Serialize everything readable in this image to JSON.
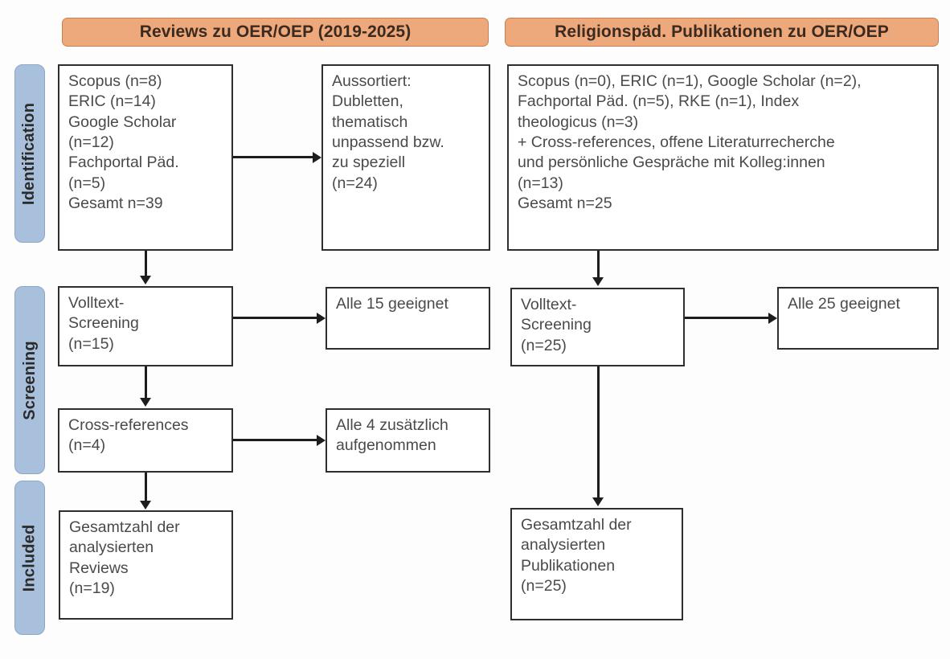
{
  "columns": {
    "left_header": "Reviews zu OER/OEP (2019-2025)",
    "right_header": "Religionspäd. Publikationen zu OER/OEP"
  },
  "stages": [
    {
      "label": "Identification"
    },
    {
      "label": "Screening"
    },
    {
      "label": "Included"
    }
  ],
  "left": {
    "identification": {
      "lines": [
        "Scopus (n=8)",
        "ERIC (n=14)",
        "Google Scholar",
        "(n=12)",
        "Fachportal Päd.",
        "(n=5)",
        "Gesamt n=39"
      ]
    },
    "excluded": {
      "lines": [
        "Aussortiert:",
        "Dubletten,",
        "thematisch",
        "unpassend bzw.",
        "zu speziell",
        "(n=24)"
      ]
    },
    "screening": {
      "lines": [
        "Volltext-",
        "Screening",
        "(n=15)"
      ]
    },
    "screening_result": {
      "lines": [
        "Alle 15 geeignet"
      ]
    },
    "crossrefs": {
      "lines": [
        "Cross-references",
        "(n=4)"
      ]
    },
    "crossrefs_result": {
      "lines": [
        "Alle 4 zusätzlich",
        "aufgenommen"
      ]
    },
    "included": {
      "lines": [
        "Gesamtzahl der",
        "analysierten",
        "Reviews",
        "(n=19)"
      ]
    }
  },
  "right": {
    "identification": {
      "lines": [
        "Scopus (n=0), ERIC (n=1), Google Scholar (n=2),",
        "Fachportal Päd. (n=5), RKE (n=1), Index",
        "theologicus (n=3)",
        "+ Cross-references, offene Literaturrecherche",
        "und persönliche Gespräche mit Kolleg:innen",
        "(n=13)",
        "Gesamt n=25"
      ]
    },
    "screening": {
      "lines": [
        "Volltext-",
        "Screening",
        "(n=25)"
      ]
    },
    "screening_result": {
      "lines": [
        "Alle 25 geeignet"
      ]
    },
    "included": {
      "lines": [
        "Gesamtzahl der",
        "analysierten",
        "Publikationen",
        "(n=25)"
      ]
    }
  },
  "colors": {
    "header_fill": "#eda97c",
    "header_border": "#c87f4e",
    "stage_fill": "#a9c0dd",
    "stage_border": "#8aa6c8",
    "box_border": "#2e2e2e",
    "connector": "#1d1d1d",
    "text": "#4a4a4a"
  },
  "chart_data": {
    "type": "diagram",
    "title": "PRISMA-style literature selection flow",
    "flows": [
      {
        "from": "left.identification",
        "to": "left.excluded",
        "direction": "right"
      },
      {
        "from": "left.identification",
        "to": "left.screening",
        "direction": "down"
      },
      {
        "from": "left.screening",
        "to": "left.screening_result",
        "direction": "right"
      },
      {
        "from": "left.screening",
        "to": "left.crossrefs",
        "direction": "down"
      },
      {
        "from": "left.crossrefs",
        "to": "left.crossrefs_result",
        "direction": "right"
      },
      {
        "from": "left.crossrefs",
        "to": "left.included",
        "direction": "down"
      },
      {
        "from": "right.identification",
        "to": "right.screening",
        "direction": "down"
      },
      {
        "from": "right.screening",
        "to": "right.screening_result",
        "direction": "right"
      },
      {
        "from": "right.screening",
        "to": "right.included",
        "direction": "down"
      }
    ]
  }
}
